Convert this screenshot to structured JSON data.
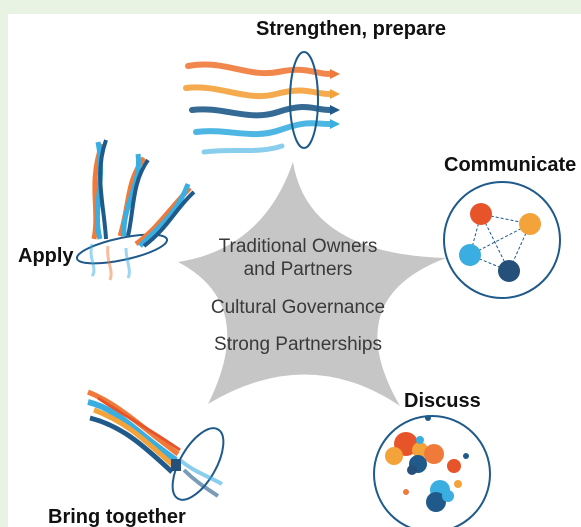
{
  "top_strip_text": "-...-- ----;",
  "nodes": {
    "strengthen": "Strengthen, prepare",
    "communicate": "Communicate",
    "apply": "Apply",
    "discuss": "Discuss",
    "bring_together": "Bring together"
  },
  "center": {
    "line1": "Traditional Owners",
    "line2": "and Partners",
    "line3": "Cultural Governance",
    "line4": "Strong Partnerships"
  },
  "colors": {
    "star": "#c6c6c6",
    "orange": "#f07a3a",
    "red_orange": "#e8542a",
    "amber": "#f4a23a",
    "light_blue": "#3aaee0",
    "dark_blue": "#1f5a8a",
    "navy": "#24507a",
    "ring": "#1f5a8a"
  },
  "icons": {
    "strengthen": "streams-through-ring-icon",
    "communicate": "network-nodes-icon",
    "apply": "braided-strands-icon",
    "discuss": "bubbles-cluster-icon",
    "bring_together": "merging-strands-icon"
  }
}
